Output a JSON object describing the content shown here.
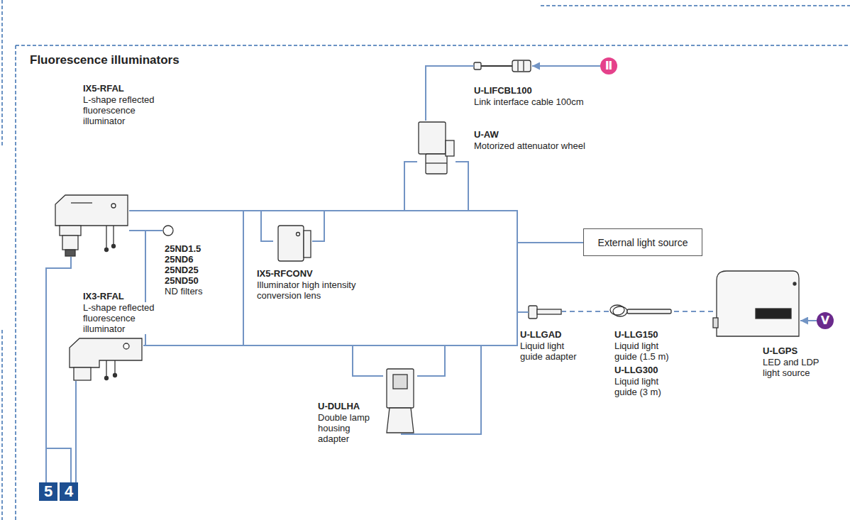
{
  "diagram": {
    "title": "Fluorescence illuminators",
    "nodes": [
      {
        "text": [
          "U-LIFCBL100",
          "Link interface cable 100cm"
        ]
      },
      {
        "text": [
          "Ⅱ"
        ]
      },
      {
        "text": [
          "U-AW",
          "Motorized attenuator wheel"
        ]
      },
      {
        "text": [
          "IX5-RFAL",
          "L-shape reflected fluorescence illuminator"
        ]
      },
      {
        "text": [
          "25ND1.5 25ND6 25ND25 25ND50",
          "ND filters"
        ]
      },
      {
        "text": [
          "IX5-RFCONV",
          "Illuminator high intensity conversion lens"
        ]
      },
      {
        "text": [
          "External light source"
        ]
      },
      {
        "text": [
          "IX3-RFAL",
          "L-shape reflected fluorescence illuminator"
        ]
      },
      {
        "text": [
          "U-DULHA",
          "Double lamp housing adapter"
        ]
      },
      {
        "text": [
          "U-LLGAD",
          "Liquid light guide adapter"
        ]
      },
      {
        "text": [
          "U-LLG150",
          "Liquid light guide (1.5 m)",
          "U-LLG300",
          "Liquid light guide (3 m)"
        ]
      },
      {
        "text": [
          "U-LGPS",
          "LED and LDP light source"
        ]
      },
      {
        "text": [
          "Ⅴ"
        ]
      },
      {
        "text": [
          "5"
        ]
      },
      {
        "text": [
          "4"
        ]
      }
    ],
    "edges": [
      {
        "from": 1,
        "to": 0,
        "arrow": "to"
      },
      {
        "from": 0,
        "to": 2,
        "arrow": "none"
      },
      {
        "from": 3,
        "to": 13,
        "arrow": "none"
      },
      {
        "from": 3,
        "to": 14,
        "arrow": "none"
      },
      {
        "from": 7,
        "to": 14,
        "arrow": "none"
      },
      {
        "from": 3,
        "to": 4,
        "arrow": "none"
      },
      {
        "from": 3,
        "to": 5,
        "arrow": "none"
      },
      {
        "from": 3,
        "to": 2,
        "arrow": "none"
      },
      {
        "from": 3,
        "to": 6,
        "arrow": "none"
      },
      {
        "from": 3,
        "to": 9,
        "arrow": "none"
      },
      {
        "from": 3,
        "to": 8,
        "arrow": "none"
      },
      {
        "from": 7,
        "to": 5,
        "arrow": "none"
      },
      {
        "from": 7,
        "to": 2,
        "arrow": "none"
      },
      {
        "from": 7,
        "to": 6,
        "arrow": "none"
      },
      {
        "from": 7,
        "to": 9,
        "arrow": "none"
      },
      {
        "from": 7,
        "to": 8,
        "arrow": "none"
      },
      {
        "from": 12,
        "to": 11,
        "arrow": "to"
      },
      {
        "from": 11,
        "to": 10,
        "arrow": "none"
      },
      {
        "from": 10,
        "to": 9,
        "arrow": "none"
      }
    ]
  }
}
